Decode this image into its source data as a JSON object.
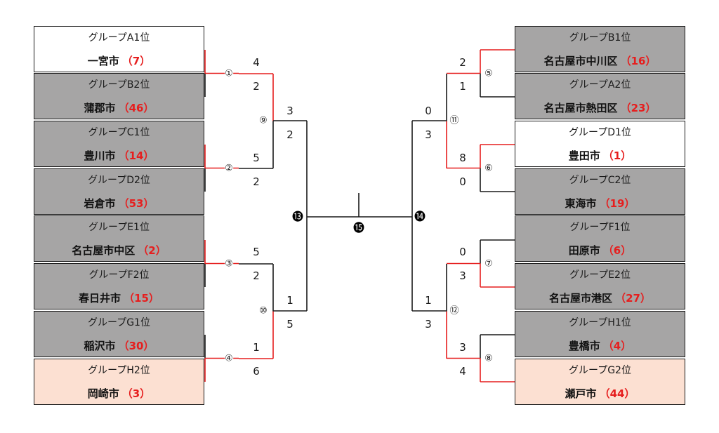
{
  "left_teams": [
    {
      "group": "グループA1位",
      "city": "一宮市",
      "rank": "（7）",
      "style": "white"
    },
    {
      "group": "グループB2位",
      "city": "蒲郡市",
      "rank": "（46）",
      "style": "gray"
    },
    {
      "group": "グループC1位",
      "city": "豊川市",
      "rank": "（14）",
      "style": "gray"
    },
    {
      "group": "グループD2位",
      "city": "岩倉市",
      "rank": "（53）",
      "style": "gray"
    },
    {
      "group": "グループE1位",
      "city": "名古屋市中区",
      "rank": "（2）",
      "style": "gray"
    },
    {
      "group": "グループF2位",
      "city": "春日井市",
      "rank": "（15）",
      "style": "gray"
    },
    {
      "group": "グループG1位",
      "city": "稲沢市",
      "rank": "（30）",
      "style": "gray"
    },
    {
      "group": "グループH2位",
      "city": "岡崎市",
      "rank": "（3）",
      "style": "peach"
    }
  ],
  "right_teams": [
    {
      "group": "グループB1位",
      "city": "名古屋市中川区",
      "rank": "（16）",
      "style": "gray"
    },
    {
      "group": "グループA2位",
      "city": "名古屋市熱田区",
      "rank": "（23）",
      "style": "gray"
    },
    {
      "group": "グループD1位",
      "city": "豊田市",
      "rank": "（1）",
      "style": "white"
    },
    {
      "group": "グループC2位",
      "city": "東海市",
      "rank": "（19）",
      "style": "gray"
    },
    {
      "group": "グループF1位",
      "city": "田原市",
      "rank": "（6）",
      "style": "gray"
    },
    {
      "group": "グループE2位",
      "city": "名古屋市港区",
      "rank": "（27）",
      "style": "gray"
    },
    {
      "group": "グループH1位",
      "city": "豊橋市",
      "rank": "（4）",
      "style": "gray"
    },
    {
      "group": "グループG2位",
      "city": "瀬戸市",
      "rank": "（44）",
      "style": "peach"
    }
  ],
  "matches": {
    "m1": {
      "label": "①",
      "top_score": "4",
      "bottom_score": "2",
      "winner": "top"
    },
    "m2": {
      "label": "②",
      "top_score": "5",
      "bottom_score": "2",
      "winner": "top"
    },
    "m3": {
      "label": "③",
      "top_score": "5",
      "bottom_score": "2",
      "winner": "top"
    },
    "m4": {
      "label": "④",
      "top_score": "1",
      "bottom_score": "6",
      "winner": "bottom"
    },
    "m5": {
      "label": "⑤",
      "top_score": "2",
      "bottom_score": "1",
      "winner": "top"
    },
    "m6": {
      "label": "⑥",
      "top_score": "8",
      "bottom_score": "0",
      "winner": "top"
    },
    "m7": {
      "label": "⑦",
      "top_score": "0",
      "bottom_score": "3",
      "winner": "bottom"
    },
    "m8": {
      "label": "⑧",
      "top_score": "3",
      "bottom_score": "4",
      "winner": "bottom"
    },
    "m9": {
      "label": "⑨",
      "top_score": "3",
      "bottom_score": "2",
      "winner": "top"
    },
    "m10": {
      "label": "⑩",
      "top_score": "1",
      "bottom_score": "5",
      "winner": "bottom"
    },
    "m11": {
      "label": "⑪",
      "top_score": "0",
      "bottom_score": "3",
      "winner": "bottom"
    },
    "m12": {
      "label": "⑫",
      "top_score": "1",
      "bottom_score": "3",
      "winner": "bottom"
    },
    "m13": {
      "label": "⓭"
    },
    "m14": {
      "label": "⓮"
    },
    "m15": {
      "label": "⓯"
    }
  },
  "colors": {
    "winner_line": "#e61e1e",
    "line": "#1a1a1a",
    "gray_box": "#a6a5a5",
    "peach_box": "#fce0d2",
    "rank": "#e61e1e"
  }
}
